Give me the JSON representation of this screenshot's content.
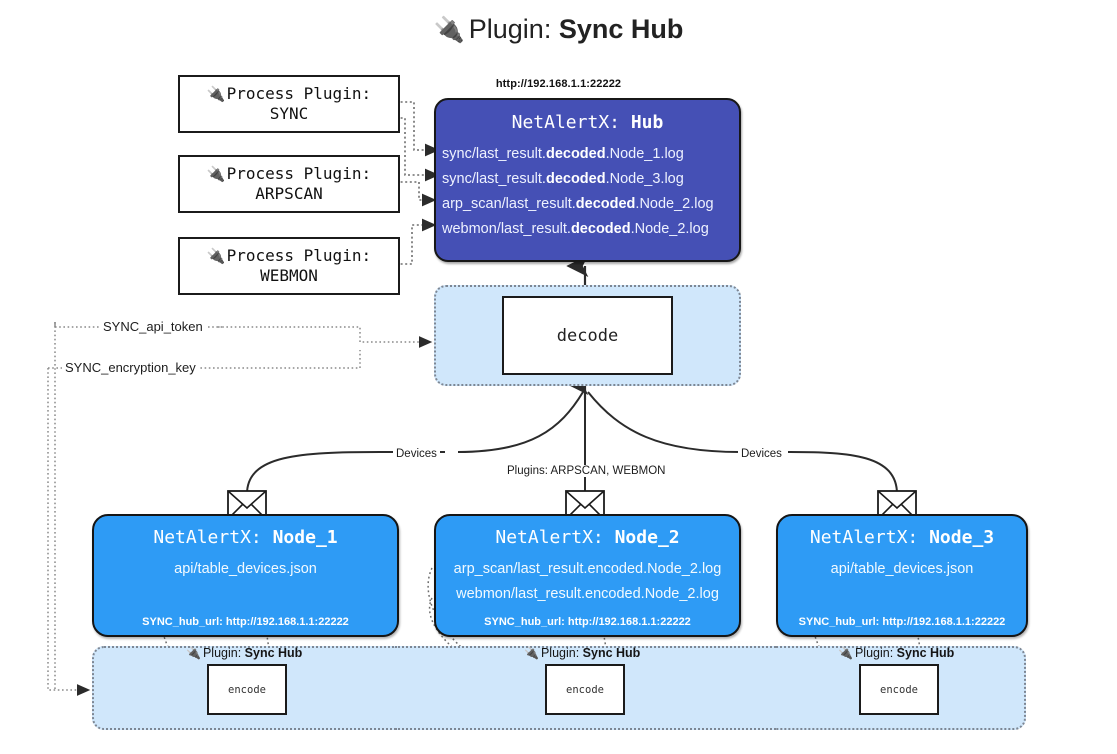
{
  "page": {
    "title_prefix": "Plugin:",
    "title_name": "Sync Hub",
    "plug_icon": "🔌",
    "hub_url": "http://192.168.1.1:22222"
  },
  "colors": {
    "hub": "#4550b5",
    "node": "#2e9bf5",
    "container": "#d0e7fb",
    "border": "#171717",
    "canvas": "#ffffff"
  },
  "process_plugins": [
    {
      "line1": "Process Plugin:",
      "line2": "SYNC",
      "icon": "plug-icon"
    },
    {
      "line1": "Process Plugin:",
      "line2": "ARPSCAN",
      "icon": "plug-icon"
    },
    {
      "line1": "Process Plugin:",
      "line2": "WEBMON",
      "icon": "plug-icon"
    }
  ],
  "hub": {
    "title_prefix": "NetAlertX:",
    "title_name": "Hub",
    "logs": [
      {
        "pre": "sync/last_result.",
        "em": "decoded",
        "post": ".Node_1.log"
      },
      {
        "pre": "sync/last_result.",
        "em": "decoded",
        "post": ".Node_3.log"
      },
      {
        "pre": "arp_scan/last_result.",
        "em": "decoded",
        "post": ".Node_2.log"
      },
      {
        "pre": "webmon/last_result.",
        "em": "decoded",
        "post": ".Node_2.log"
      }
    ]
  },
  "decode": {
    "label": "decode"
  },
  "secrets": [
    {
      "label": "SYNC_api_token"
    },
    {
      "label": "SYNC_encryption_key"
    }
  ],
  "flow_labels": {
    "left": "Devices",
    "center": "Plugins: ARPSCAN, WEBMON",
    "right": "Devices"
  },
  "nodes": [
    {
      "title_prefix": "NetAlertX:",
      "title_name": "Node_1",
      "body": [
        "api/table_devices.json"
      ],
      "hub_url_label": "SYNC_hub_url: http://192.168.1.1:22222",
      "mail_icon": "envelope-icon"
    },
    {
      "title_prefix": "NetAlertX:",
      "title_name": "Node_2",
      "body": [
        "arp_scan/last_result.encoded.Node_2.log",
        "webmon/last_result.encoded.Node_2.log"
      ],
      "hub_url_label": "SYNC_hub_url: http://192.168.1.1:22222",
      "mail_icon": "envelope-icon"
    },
    {
      "title_prefix": "NetAlertX:",
      "title_name": "Node_3",
      "body": [
        "api/table_devices.json"
      ],
      "hub_url_label": "SYNC_hub_url: http://192.168.1.1:22222",
      "mail_icon": "envelope-icon"
    }
  ],
  "bands": [
    {
      "label_prefix": "Plugin:",
      "label_name": "Sync Hub",
      "encode_label": "encode"
    },
    {
      "label_prefix": "Plugin:",
      "label_name": "Sync Hub",
      "encode_label": "encode"
    },
    {
      "label_prefix": "Plugin:",
      "label_name": "Sync Hub",
      "encode_label": "encode"
    }
  ]
}
